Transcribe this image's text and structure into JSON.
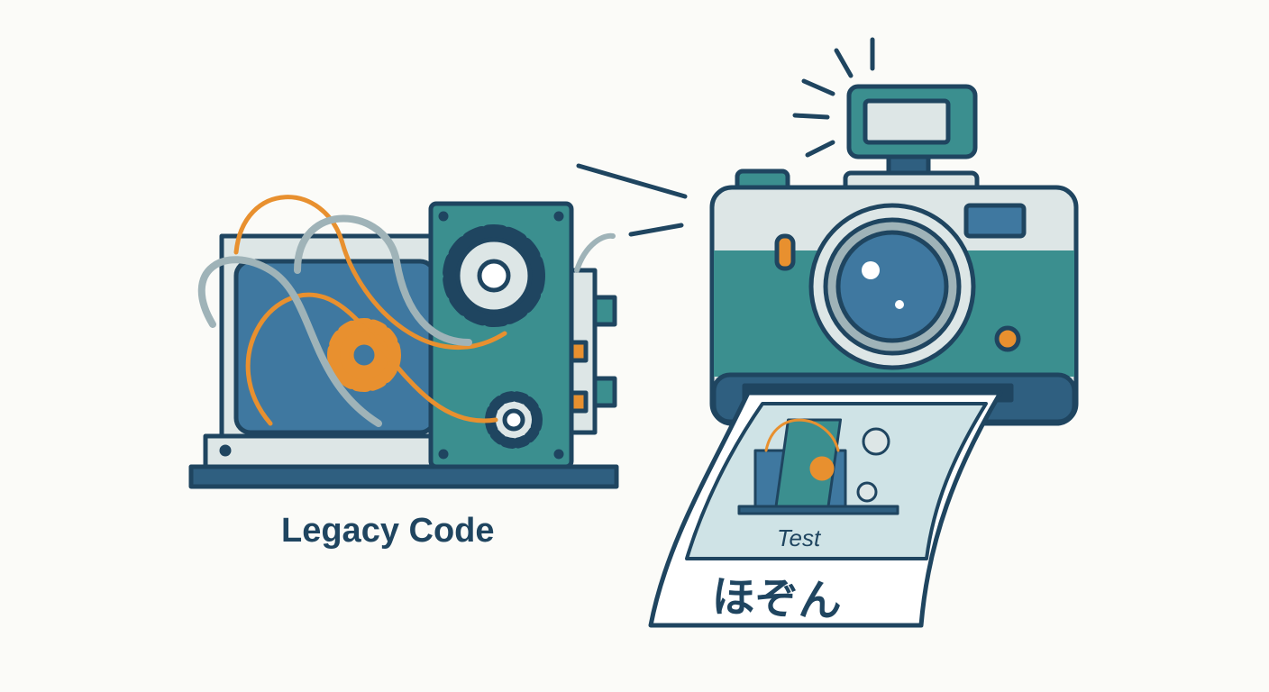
{
  "legacy_label": "Legacy Code",
  "photo": {
    "caption": "Test",
    "label": "ほぞん"
  },
  "colors": {
    "navy": "#1f4560",
    "teal": "#3b8f8f",
    "light": "#dde6e6",
    "orange": "#e8902f",
    "blue": "#3f78a0",
    "background": "#fbfbf8"
  }
}
